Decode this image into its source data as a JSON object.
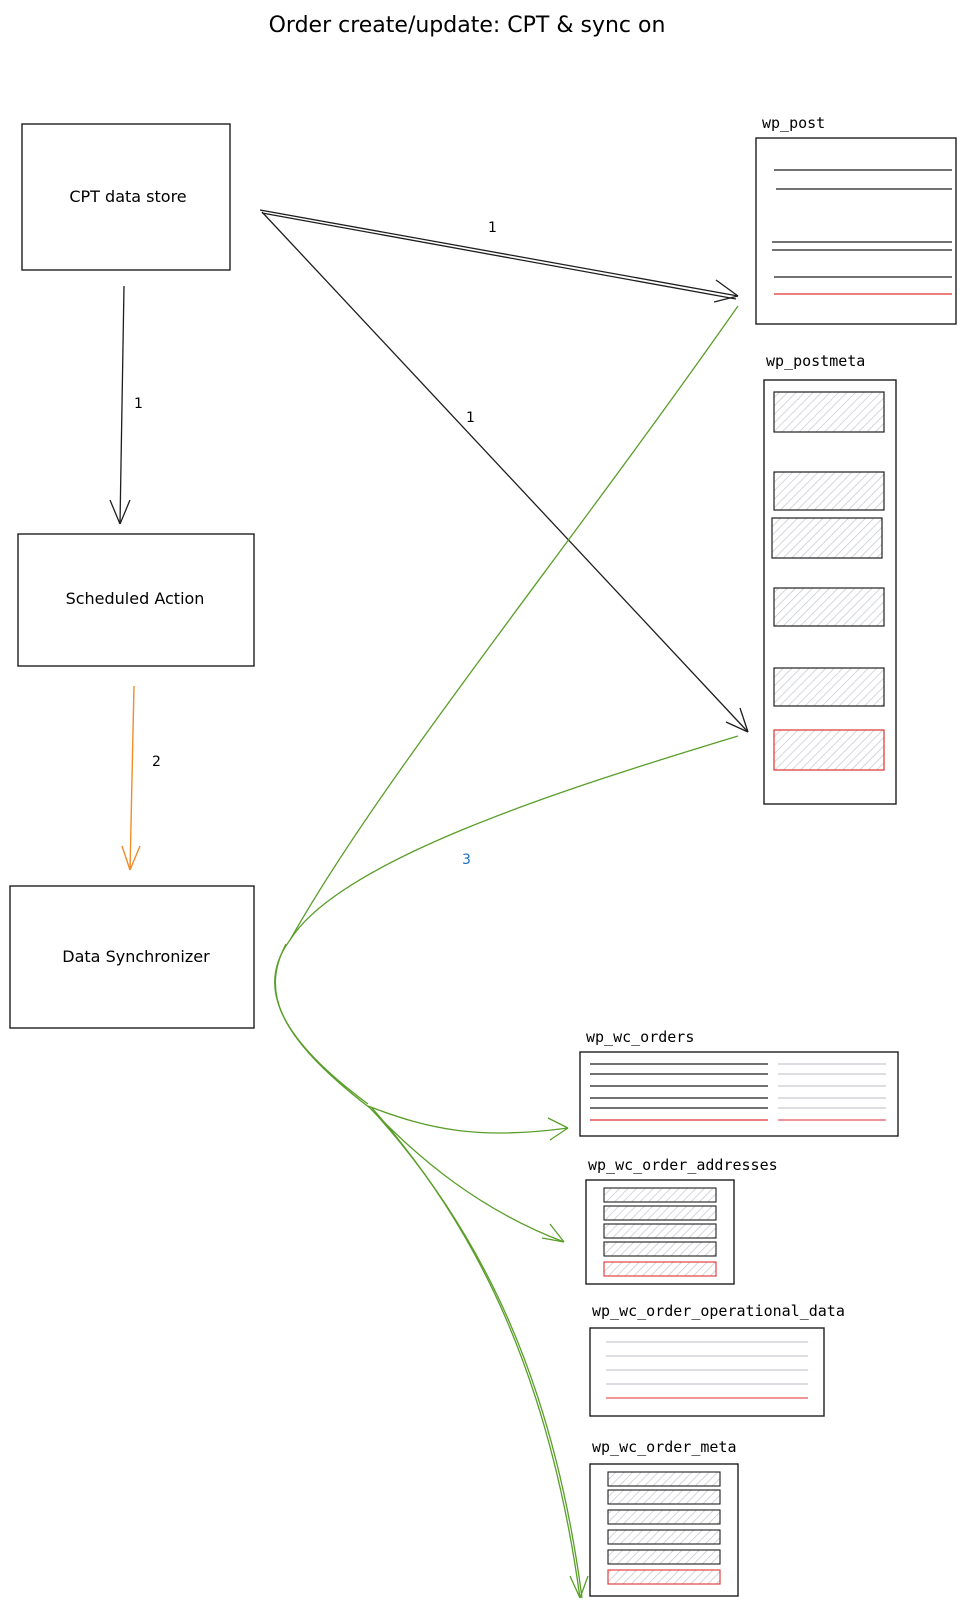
{
  "title": "Order create/update: CPT & sync on",
  "boxes": {
    "cpt_data_store": "CPT data store",
    "scheduled_action": "Scheduled Action",
    "data_synchronizer": "Data Synchronizer"
  },
  "tables": {
    "wp_post": "wp_post",
    "wp_postmeta": "wp_postmeta",
    "wp_wc_orders": "wp_wc_orders",
    "wp_wc_order_addresses": "wp_wc_order_addresses",
    "wp_wc_order_operational_data": "wp_wc_order_operational_data",
    "wp_wc_order_meta": "wp_wc_order_meta"
  },
  "steps": {
    "cpt_to_post": "1",
    "cpt_to_scheduled": "1",
    "cpt_to_postmeta": "1",
    "scheduled_to_sync": "2",
    "sync_read": "3"
  },
  "colors": {
    "ink": "#1e1e1e",
    "green": "#5a9e2a",
    "orange": "#f08c2a",
    "red": "#e03131",
    "blue": "#1971c2",
    "hatch": "#d6d9df",
    "light_line": "#b8bcc8"
  }
}
